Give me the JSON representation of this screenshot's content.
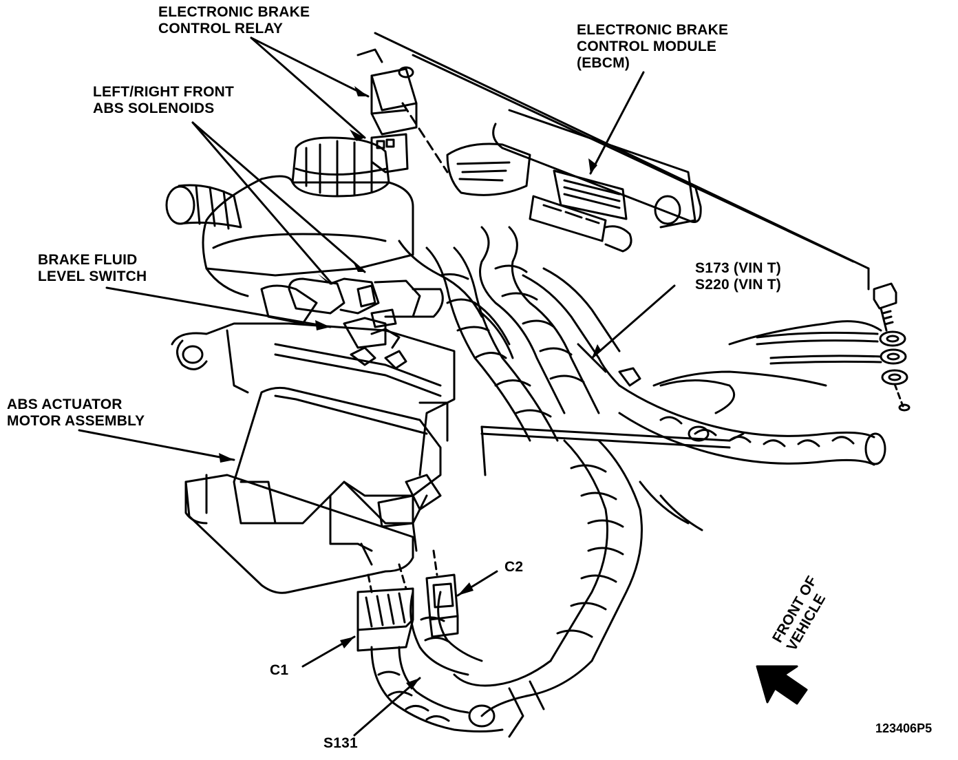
{
  "labels": {
    "relay": [
      "ELECTRONIC BRAKE",
      "CONTROL RELAY"
    ],
    "module": [
      "ELECTRONIC BRAKE",
      "CONTROL MODULE",
      "(EBCM)"
    ],
    "solenoids": [
      "LEFT/RIGHT FRONT",
      "ABS SOLENOIDS"
    ],
    "fluid_switch": [
      "BRAKE FLUID",
      "LEVEL SWITCH"
    ],
    "splice_upper": [
      "S173 (VIN T)",
      "S220 (VIN T)"
    ],
    "actuator": [
      "ABS ACTUATOR",
      "MOTOR ASSEMBLY"
    ],
    "c2": "C2",
    "c1": "C1",
    "s131": "S131",
    "front_of_vehicle": [
      "FRONT OF",
      "VEHICLE"
    ],
    "figure_number": "123406P5"
  },
  "colors": {
    "ink": "#000000",
    "paper": "#ffffff"
  }
}
